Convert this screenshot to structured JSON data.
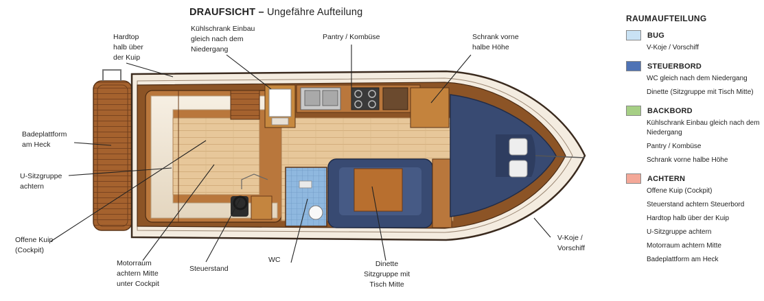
{
  "title": {
    "main": "DRAUFSICHT",
    "dash": "–",
    "sub": "Ungefähre Aufteilung"
  },
  "callouts": {
    "hardtop": [
      "Hardtop",
      "halb über",
      "der Kuip"
    ],
    "kuehlschrank": [
      "Kühlschrank Einbau",
      "gleich nach dem",
      "Niedergang"
    ],
    "pantry": "Pantry / Kombüse",
    "schrank": [
      "Schrank vorne",
      "halbe Höhe"
    ],
    "badeplattform": [
      "Badeplattform",
      "am Heck"
    ],
    "usitz": [
      "U-Sitzgruppe",
      "achtern"
    ],
    "kuip": [
      "Offene Kuip",
      "(Cockpit)"
    ],
    "motorraum": [
      "Motorraum",
      "achtern Mitte",
      "unter Cockpit"
    ],
    "steuerstand": "Steuerstand",
    "wc": "WC",
    "dinette": [
      "Dinette",
      "Sitzgruppe mit",
      "Tisch Mitte"
    ],
    "vkoje": [
      "V-Koje /",
      "Vorschiff"
    ]
  },
  "legend": {
    "title": "RAUMAUFTEILUNG",
    "sections": [
      {
        "name": "BUG",
        "color": "#c9e2f4",
        "items": [
          "V-Koje / Vorschiff"
        ]
      },
      {
        "name": "STEUERBORD",
        "color": "#4f73b5",
        "items": [
          "WC gleich nach dem Niedergang",
          "Dinette (Sitzgruppe mit Tisch Mitte)"
        ]
      },
      {
        "name": "BACKBORD",
        "color": "#a6cf85",
        "items": [
          "Kühlschrank Einbau gleich nach dem Niedergang",
          "Pantry / Kombüse",
          "Schrank vorne halbe Höhe"
        ]
      },
      {
        "name": "ACHTERN",
        "color": "#f4a898",
        "items": [
          "Offene Kuip (Cockpit)",
          "Steuerstand achtern Steuerbord",
          "Hardtop halb über der Kuip",
          "U-Sitzgruppe achtern",
          "Motorraum achtern Mitte",
          "Badeplattform am Heck"
        ]
      }
    ]
  }
}
